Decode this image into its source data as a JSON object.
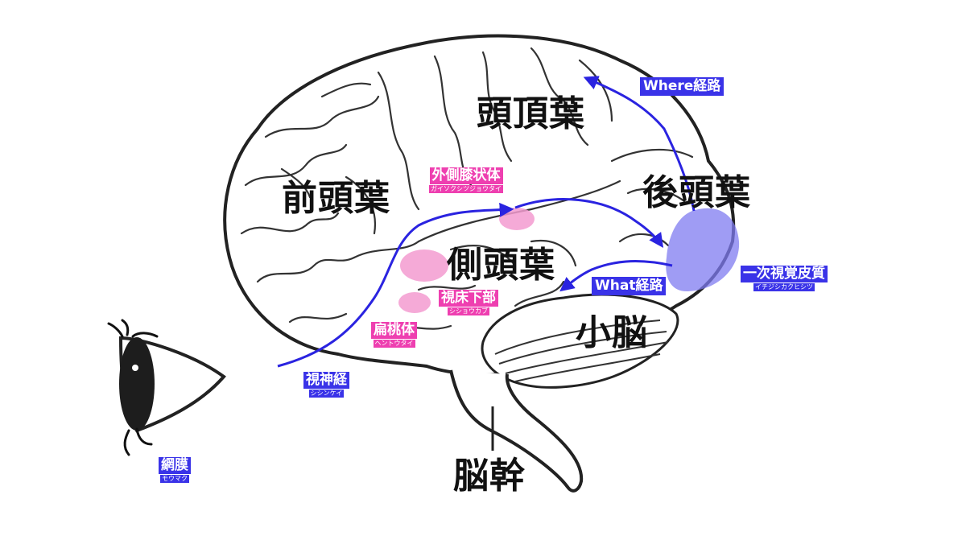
{
  "lobes": {
    "frontal": "前頭葉",
    "parietal": "頭頂葉",
    "temporal": "側頭葉",
    "occipital": "後頭葉",
    "cerebellum": "小脳",
    "brainstem": "脳幹"
  },
  "labels": {
    "lgn": {
      "text": "外側膝状体",
      "reading": "ガイソクシツジョウタイ"
    },
    "v1": {
      "text": "一次視覚皮質",
      "reading": "イチジシカクヒシツ"
    },
    "hypothalamus": {
      "text": "視床下部",
      "reading": "シショウカブ"
    },
    "amygdala": {
      "text": "扁桃体",
      "reading": "ヘントウタイ"
    },
    "optic_nerve": {
      "text": "視神経",
      "reading": "シシンケイ"
    },
    "retina": {
      "text": "網膜",
      "reading": "モウマク"
    },
    "where_pathway": "Where経路",
    "what_pathway": "What経路"
  },
  "colors": {
    "pathway_blue": "#2a23e0",
    "label_blue": "#3a33e8",
    "label_pink": "#ee3fb0",
    "region_pink": "#f39bd0",
    "v1_region": "#7f7bf0"
  }
}
